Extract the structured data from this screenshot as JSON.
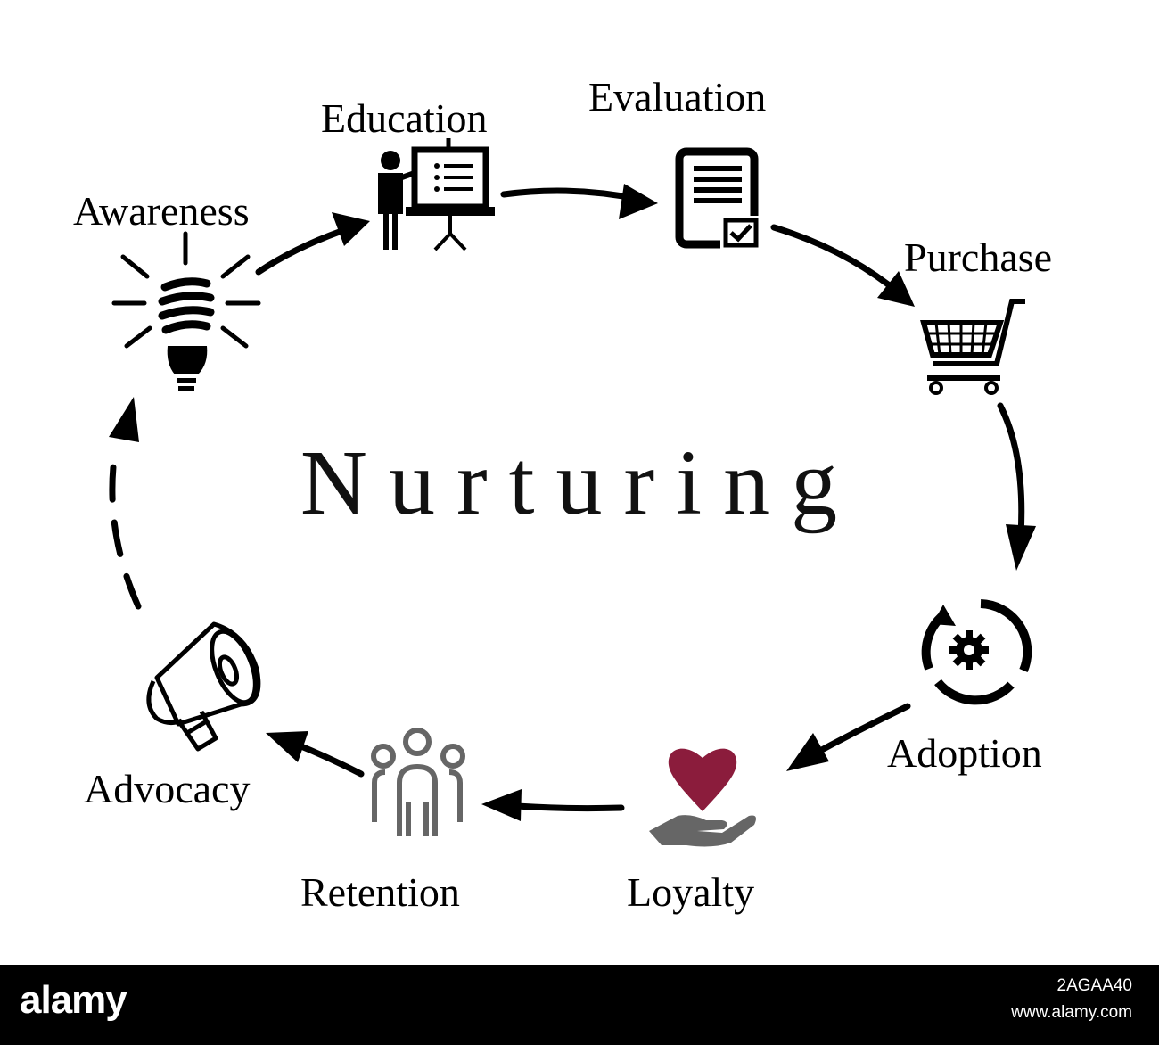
{
  "diagram": {
    "center_title": "Nurturing",
    "stages": [
      {
        "label": "Awareness",
        "icon": "lightbulb-icon"
      },
      {
        "label": "Education",
        "icon": "presentation-board-icon"
      },
      {
        "label": "Evaluation",
        "icon": "checklist-document-icon"
      },
      {
        "label": "Purchase",
        "icon": "shopping-cart-icon"
      },
      {
        "label": "Adoption",
        "icon": "gear-cycle-icon"
      },
      {
        "label": "Loyalty",
        "icon": "heart-in-hand-icon"
      },
      {
        "label": "Retention",
        "icon": "group-of-people-icon"
      },
      {
        "label": "Advocacy",
        "icon": "megaphone-icon"
      }
    ],
    "colors": {
      "heart": "#8b1c3c",
      "ink": "#000000"
    }
  },
  "footer": {
    "brand": "alamy",
    "image_id": "2AGAA40",
    "site": "www.alamy.com"
  }
}
